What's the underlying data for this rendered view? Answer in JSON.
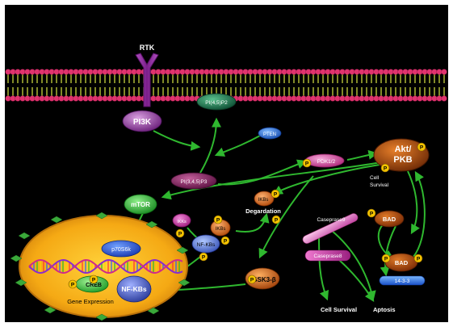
{
  "labels": {
    "rtk": "RTK",
    "pi3k": "PI3K",
    "pip2": "PI(4,5)P2",
    "pten": "PTEN",
    "pip3": "PI(3,4,5)P3",
    "pdk": "PDK1/2",
    "akt_line1": "Akt/",
    "akt_line2": "PKB",
    "cell_survival_line1": "Cell",
    "cell_survival_line2": "Survival",
    "mtor": "mTOR",
    "ikbs": "IKBs",
    "degradation": "Degardation",
    "ikks": "IKKs",
    "ikbs_small": "IKBs",
    "nfkbs": "NF-KBs",
    "p70s6k": "p70S6k",
    "creb": "CREB",
    "nfkbs_nucleus": "NF-KBs",
    "gene_expression": "Gene Expression",
    "gsk3b": "GSK3-β",
    "caspase9": "Caseprase9",
    "caspase8": "Caseprase8",
    "bad_top": "BAD",
    "bad_bottom": "BAD",
    "p1433": "14-3-3",
    "cell_survival_bottom": "Cell Survival",
    "aptosis": "Aptosis",
    "phospho": "P"
  },
  "colors": {
    "background": "#000000",
    "membrane_head": "#e0336e",
    "membrane_tail": "#b9c43a",
    "arrow": "#2fb82f",
    "nucleus": "#e8a21b",
    "receptor": "#8e2aa0",
    "phospho": "#f2c200"
  }
}
